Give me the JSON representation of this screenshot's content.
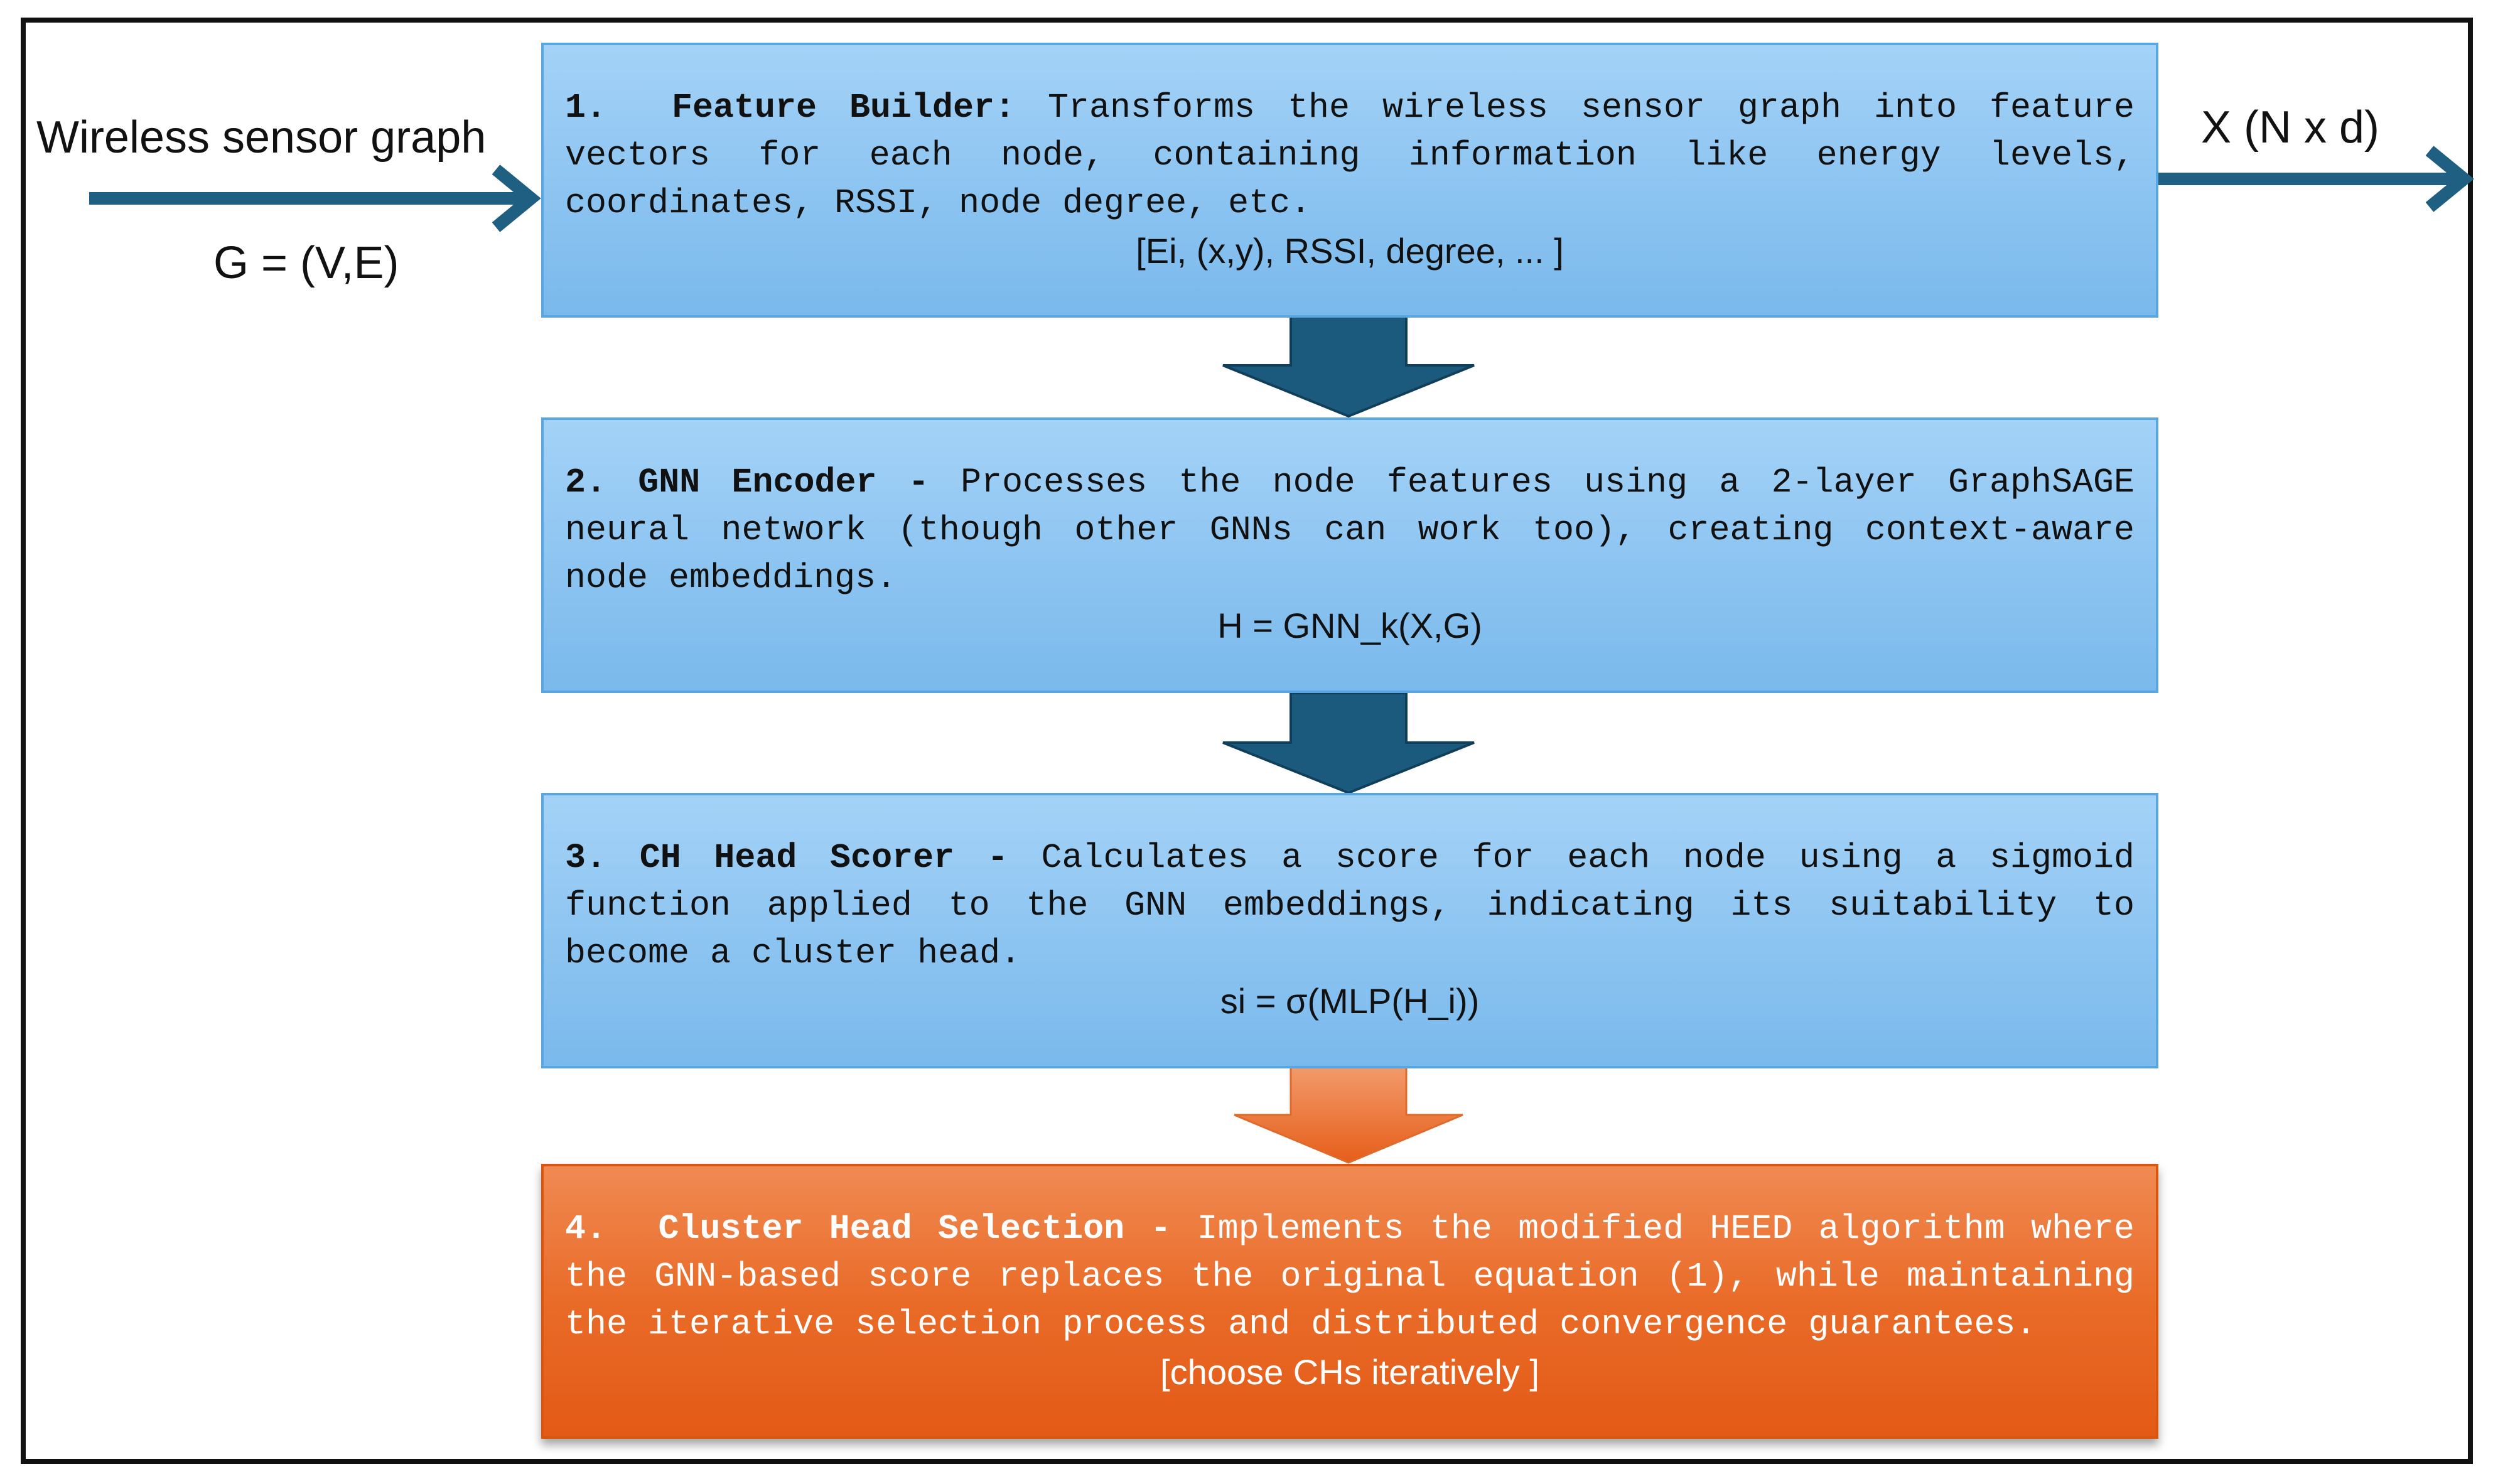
{
  "input": {
    "label": "Wireless sensor graph",
    "graph": "G = (V,E)"
  },
  "output": {
    "label": "X (N x d)"
  },
  "steps": [
    {
      "number": "1.",
      "title": "Feature Builder:",
      "description": "Transforms the wireless sensor graph into feature vectors for each node, containing information like energy levels, coordinates, RSSI, node degree, etc.",
      "formula": "[Ei, (x,y), RSSI, degree, ... ]"
    },
    {
      "number": "2.",
      "title": "GNN Encoder -",
      "description": "Processes the node features using a 2-layer GraphSAGE neural network (though other GNNs can work too), creating context-aware node embeddings.",
      "formula": "H = GNN_k(X,G)"
    },
    {
      "number": "3.",
      "title": "CH Head Scorer -",
      "description": "Calculates a score for each node using a sigmoid function applied to the GNN embeddings, indicating its suitability to become a cluster head.",
      "formula": "si = σ(MLP(H_i))"
    },
    {
      "number": "4.",
      "title": "Cluster Head Selection -",
      "description": "Implements the modified HEED algorithm where the GNN-based score replaces the original equation (1), while maintaining the iterative selection process and distributed convergence guarantees.",
      "formula": "[choose CHs iteratively ]"
    }
  ],
  "colors": {
    "arrow_blue": "#1e5f82",
    "step_blue": "#8cc4f1",
    "step_orange": "#e96b28",
    "frame": "#111111"
  }
}
